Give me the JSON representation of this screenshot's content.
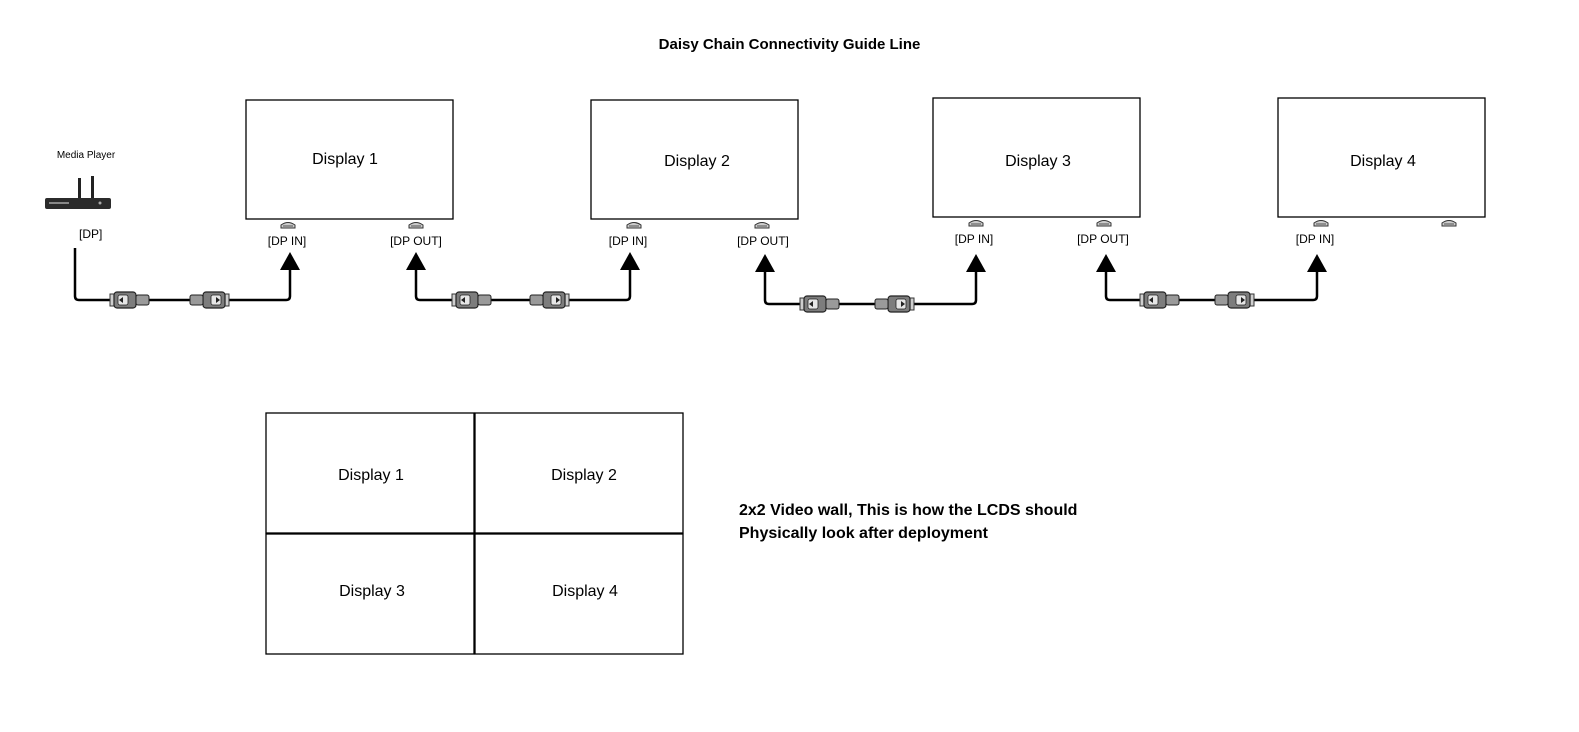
{
  "title": "Daisy Chain Connectivity Guide Line",
  "media_player": {
    "label": "Media Player",
    "port_label": "[DP]"
  },
  "chain_displays": [
    {
      "name": "Display 1",
      "in_label": "[DP IN]",
      "out_label": "[DP OUT]"
    },
    {
      "name": "Display 2",
      "in_label": "[DP IN]",
      "out_label": "[DP OUT]"
    },
    {
      "name": "Display 3",
      "in_label": "[DP IN]",
      "out_label": "[DP OUT]"
    },
    {
      "name": "Display 4",
      "in_label": "[DP IN]",
      "out_label": ""
    }
  ],
  "video_wall": {
    "tiles": [
      "Display 1",
      "Display 2",
      "Display 3",
      "Display 4"
    ]
  },
  "note": {
    "line1": "2x2 Video wall, This is how the LCDS should",
    "line2": "Physically look after deployment"
  }
}
